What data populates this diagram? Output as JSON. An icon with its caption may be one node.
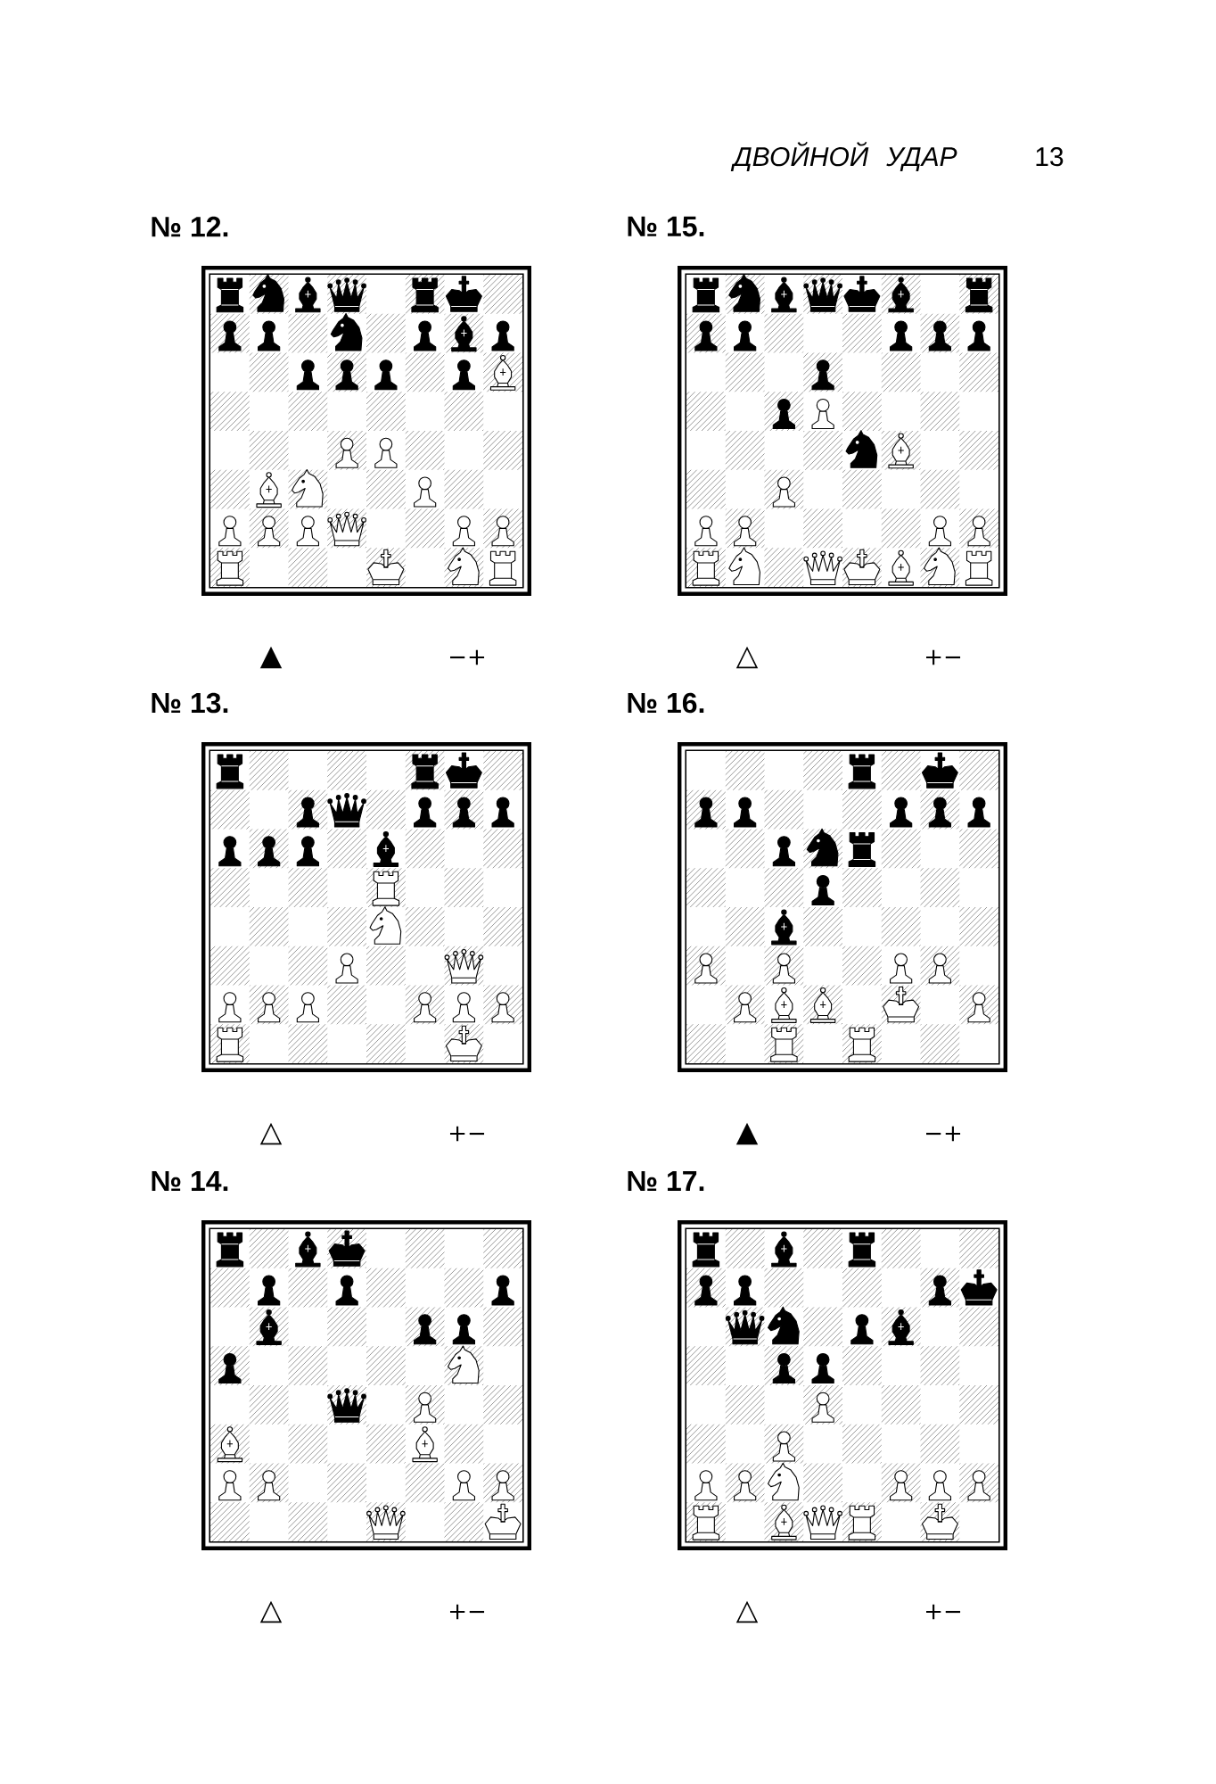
{
  "diagram": {
    "title": "ДВОЙНОЙ УДАР",
    "nodes": [
      {
        "text": [
          "№ 12."
        ]
      },
      {
        "text": [
          "№ 15."
        ]
      },
      {
        "text": [
          "№ 13."
        ]
      },
      {
        "text": [
          "№ 16."
        ]
      },
      {
        "text": [
          "№ 14."
        ]
      },
      {
        "text": [
          "№ 17."
        ]
      }
    ],
    "labels": [
      "13",
      "▲",
      "−+",
      "△",
      "+−",
      "△",
      "+−",
      "▲",
      "−+",
      "△",
      "+−",
      "△",
      "+−"
    ]
  }
}
